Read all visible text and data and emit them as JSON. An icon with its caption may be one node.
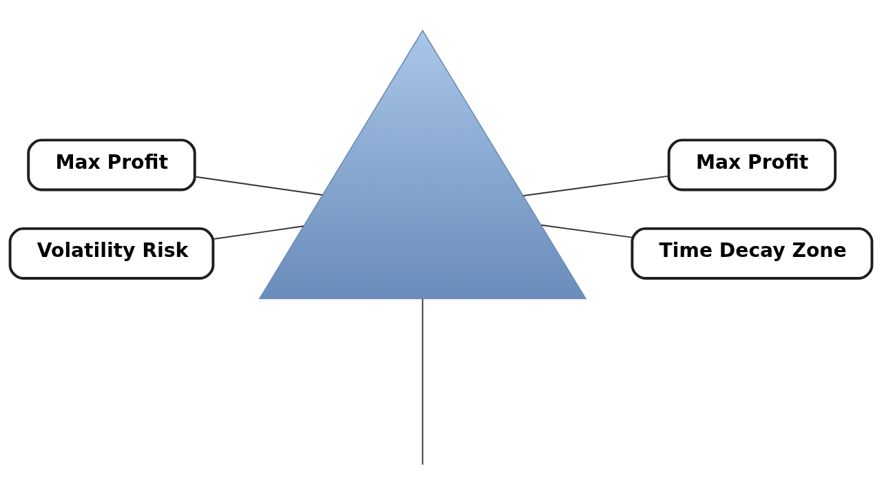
{
  "diagram": {
    "nodes": [
      {
        "text": [
          "Max Profit"
        ]
      },
      {
        "text": [],
        "shape": "triangle"
      },
      {
        "text": [
          "Max Profit"
        ]
      },
      {
        "text": [
          "Volatility Risk"
        ]
      },
      {
        "text": [
          "Time Decay Zone"
        ]
      }
    ],
    "edges": [
      {
        "from": 0,
        "to": 1,
        "arrow": "none"
      },
      {
        "from": 2,
        "to": 1,
        "arrow": "none"
      },
      {
        "from": 3,
        "to": 1,
        "arrow": "none"
      },
      {
        "from": 4,
        "to": 1,
        "arrow": "none"
      },
      {
        "from": 1,
        "to": null,
        "arrow": "none"
      }
    ]
  }
}
